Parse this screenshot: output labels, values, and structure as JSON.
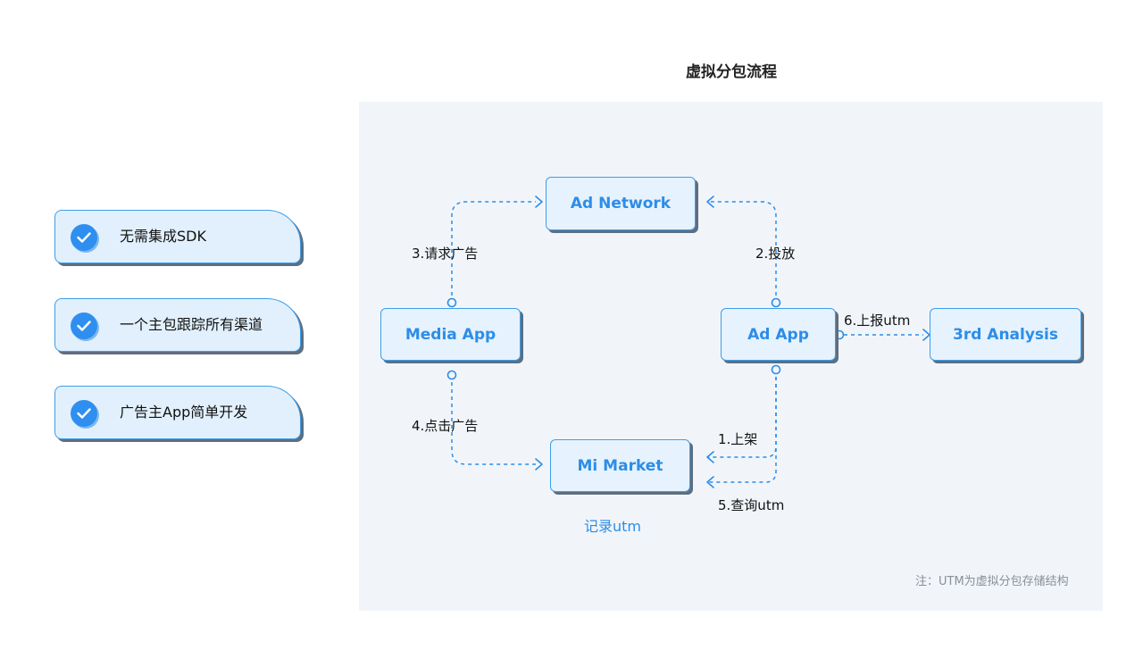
{
  "title": "虚拟分包流程",
  "features": [
    {
      "label": "无需集成SDK"
    },
    {
      "label": "一个主包跟踪所有渠道"
    },
    {
      "label": "广告主App简单开发"
    }
  ],
  "nodes": {
    "ad_network": "Ad Network",
    "media_app": "Media App",
    "ad_app": "Ad App",
    "third_analysis": "3rd Analysis",
    "mi_market": "Mi Market"
  },
  "edges": {
    "step1": "1.上架",
    "step2": "2.投放",
    "step3": "3.请求广告",
    "step4": "4.点击广告",
    "step5": "5.查询utm",
    "step6": "6.上报utm"
  },
  "market_note": "记录utm",
  "footnote": "注：UTM为虚拟分包存储结构",
  "colors": {
    "accent": "#2c8de8",
    "node_fill": "#e6f2fd",
    "panel_bg": "#f1f5fa",
    "shadow": "#5d6e80"
  },
  "icons": {
    "check": "check-circle-icon"
  }
}
